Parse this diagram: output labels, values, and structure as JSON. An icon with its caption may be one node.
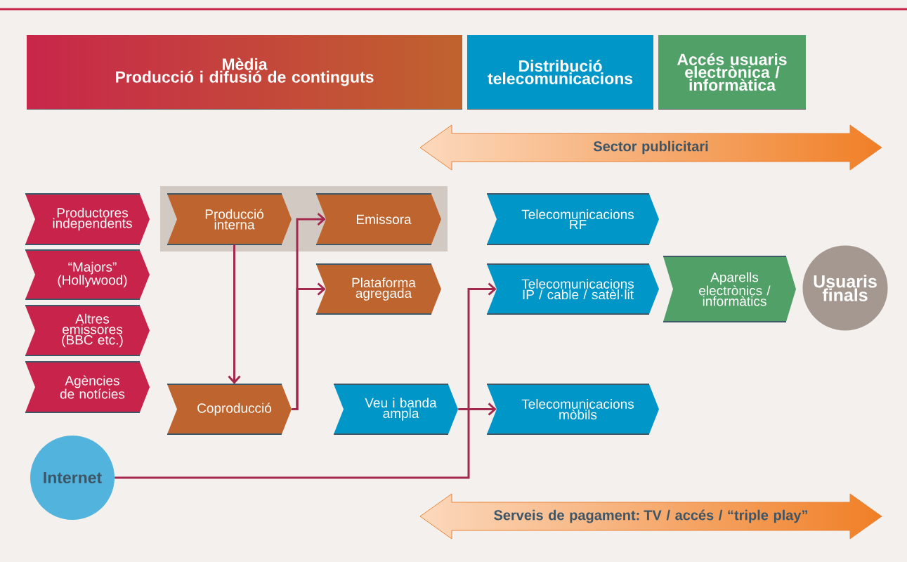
{
  "diagram": {
    "nodes": [
      {
        "text": [
          "Mèdia",
          "Producció i difusió de continguts"
        ]
      },
      {
        "text": [
          "Distribució telecomunicacions"
        ]
      },
      {
        "text": [
          "Accés usuaris electrònica / informàtica"
        ]
      },
      {
        "text": [
          "Sector publicitari"
        ]
      },
      {
        "text": [
          "Productores independents"
        ]
      },
      {
        "text": [],
        "shape": "box"
      },
      {
        "text": [
          "Producció interna"
        ],
        "in": 5
      },
      {
        "text": [
          "Emissora"
        ],
        "in": 5
      },
      {
        "text": [
          "Telecomunicacions RF"
        ]
      },
      {
        "text": [
          "“Majors” (Hollywood)"
        ]
      },
      {
        "text": [
          "Plataforma agregada"
        ]
      },
      {
        "text": [
          "Telecomunicacions IP / cable / satèl·lit"
        ]
      },
      {
        "text": [
          "Aparells electrònics / informàtics"
        ]
      },
      {
        "text": [
          "Usuaris finals"
        ]
      },
      {
        "text": [
          "Altres emissores (BBC etc.)"
        ]
      },
      {
        "text": [
          "Agències de notícies"
        ]
      },
      {
        "text": [
          "Coproducció"
        ]
      },
      {
        "text": [
          "Veu i banda ampla"
        ]
      },
      {
        "text": [
          "Telecomunicacions mòbils"
        ]
      },
      {
        "text": [
          "Internet"
        ]
      },
      {
        "text": [
          "Serveis de pagament: TV / accés / “triple play”"
        ]
      }
    ],
    "edges": [
      {
        "from": 6,
        "to": 16,
        "arrow": "to"
      },
      {
        "from": 16,
        "to": 7,
        "arrow": "to"
      },
      {
        "from": 16,
        "to": 10,
        "arrow": "to"
      },
      {
        "from": 19,
        "to": 11,
        "arrow": "to"
      },
      {
        "from": 17,
        "to": 18,
        "arrow": "to"
      }
    ]
  }
}
